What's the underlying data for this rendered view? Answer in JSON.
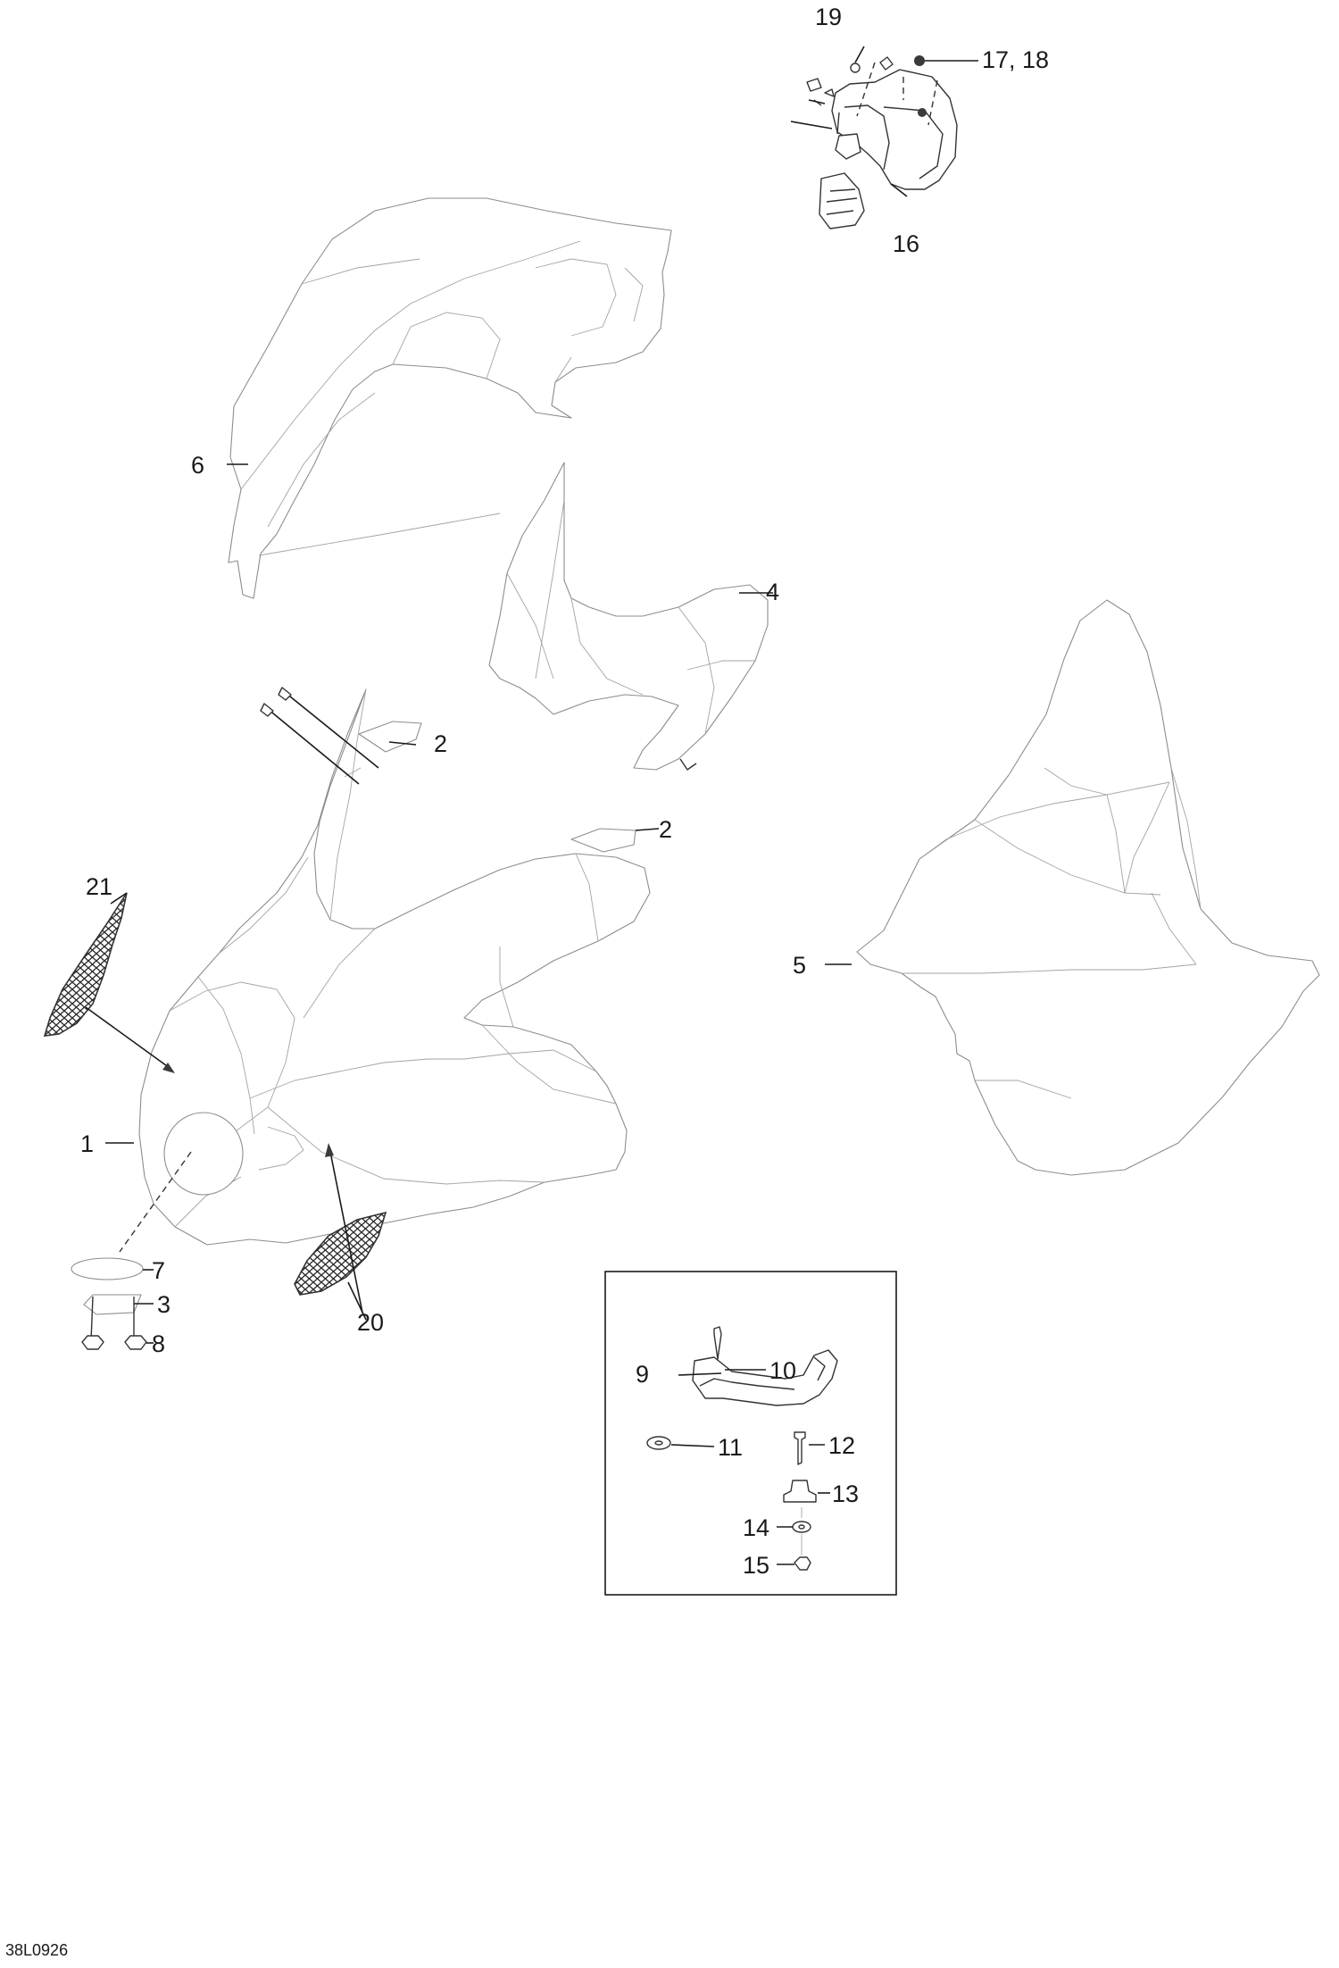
{
  "diagram": {
    "callouts": {
      "c1": "1",
      "c2a": "2",
      "c2b": "2",
      "c3": "3",
      "c4": "4",
      "c5": "5",
      "c6": "6",
      "c7": "7",
      "c8": "8",
      "c9": "9",
      "c10": "10",
      "c11": "11",
      "c12": "12",
      "c13": "13",
      "c14": "14",
      "c15": "15",
      "c16": "16",
      "c17_18": "17, 18",
      "c19": "19",
      "c20": "20",
      "c21": "21"
    },
    "drawing_code": "38L0926"
  }
}
